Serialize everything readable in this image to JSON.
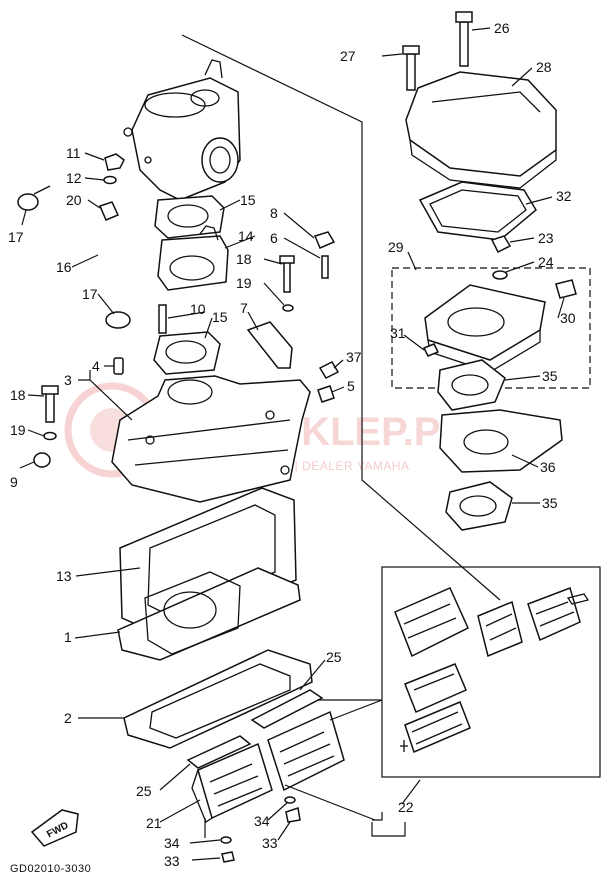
{
  "diagram": {
    "drawing_code": "GD02010-3030",
    "fwd_label": "FWD",
    "watermark": {
      "main": "AMA-SKLEP.PL",
      "sub": "KCIECHOWICZ | DEALER YAMAHA"
    },
    "part_labels": [
      "1",
      "2",
      "3",
      "4",
      "5",
      "6",
      "7",
      "8",
      "9",
      "10",
      "11",
      "12",
      "13",
      "14",
      "15",
      "15",
      "16",
      "17",
      "17",
      "18",
      "18",
      "19",
      "19",
      "20",
      "21",
      "22",
      "23",
      "24",
      "25",
      "25",
      "26",
      "27",
      "28",
      "29",
      "30",
      "31",
      "32",
      "33",
      "33",
      "34",
      "34",
      "35",
      "35",
      "36",
      "37"
    ]
  }
}
